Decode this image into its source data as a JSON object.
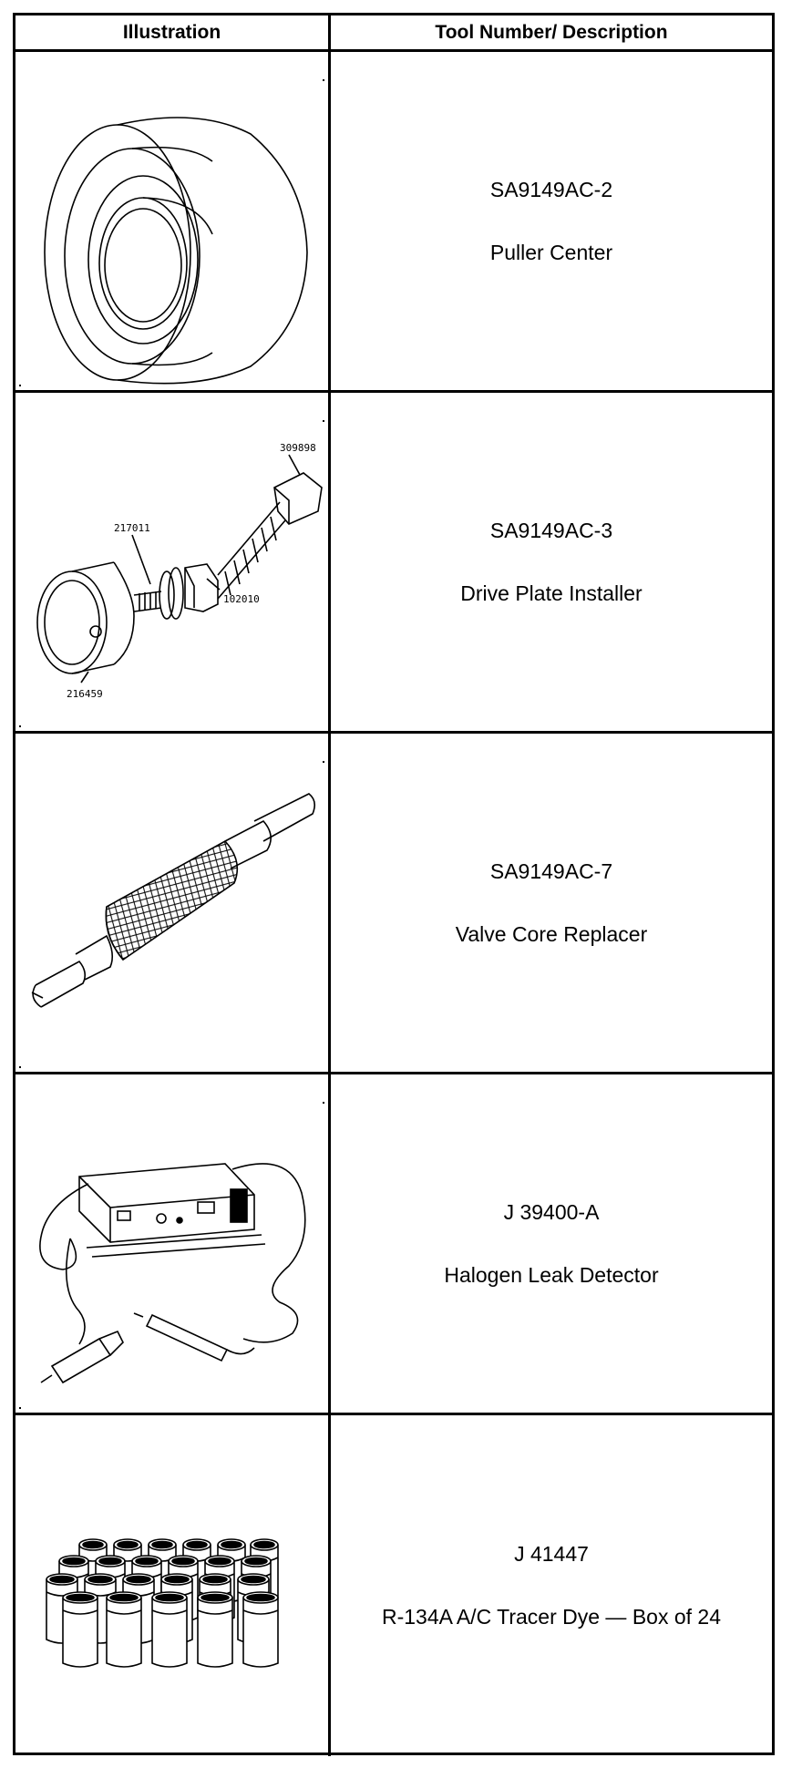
{
  "table": {
    "headers": {
      "illustration": "Illustration",
      "tool": "Tool Number/ Description"
    },
    "rows": [
      {
        "number": "SA9149AC-2",
        "description": "Puller Center",
        "icon": "puller-center-drawing",
        "callouts": []
      },
      {
        "number": "SA9149AC-3",
        "description": "Drive Plate Installer",
        "icon": "drive-plate-installer-drawing",
        "callouts": [
          "309898",
          "217011",
          "102010",
          "216459"
        ]
      },
      {
        "number": "SA9149AC-7",
        "description": "Valve Core Replacer",
        "icon": "valve-core-replacer-drawing",
        "callouts": []
      },
      {
        "number": "J 39400-A",
        "description": "Halogen Leak Detector",
        "icon": "halogen-leak-detector-drawing",
        "callouts": []
      },
      {
        "number": "J 41447",
        "description": "R-134A A/C Tracer Dye — Box of 24",
        "icon": "tracer-dye-box-drawing",
        "callouts": []
      }
    ]
  }
}
